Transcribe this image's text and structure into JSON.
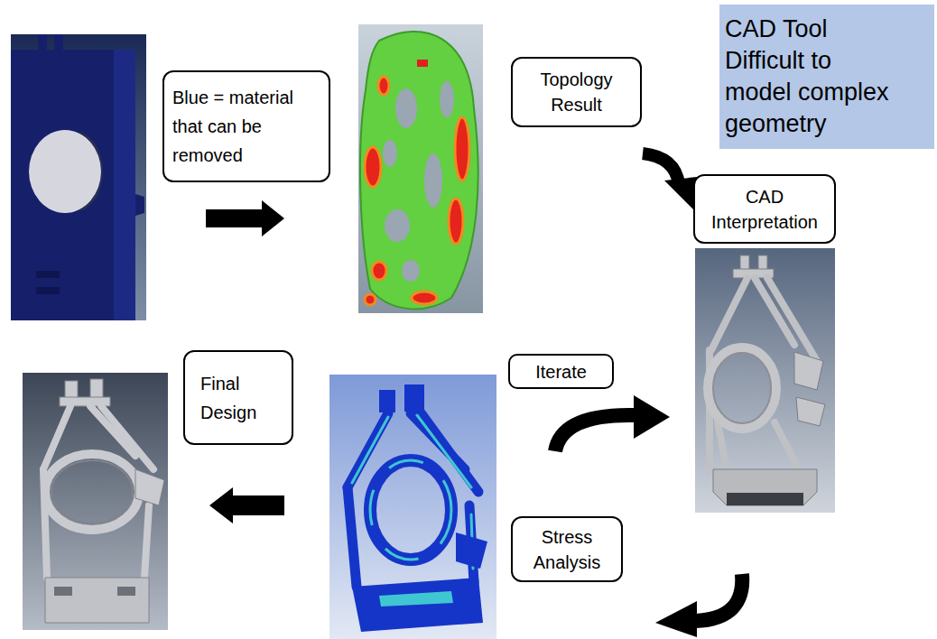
{
  "diagram": {
    "nodes": [
      {
        "text": [
          "Blue = material that can be removed"
        ]
      },
      {
        "text": [
          "Topology Result"
        ]
      },
      {
        "text": [
          "CAD Tool Difficult to model complex geometry"
        ]
      },
      {
        "text": [
          "CAD Interpretation"
        ]
      },
      {
        "text": [
          "Iterate"
        ]
      },
      {
        "text": [
          "Final Design"
        ]
      },
      {
        "text": [
          "Stress Analysis"
        ]
      }
    ]
  }
}
